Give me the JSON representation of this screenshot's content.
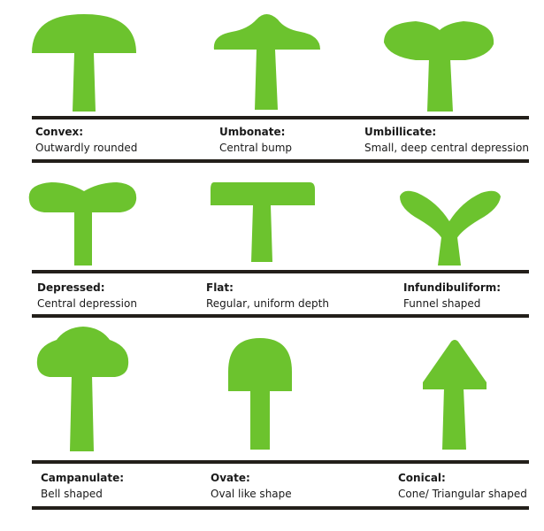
{
  "colors": {
    "cap": "#6CC32E",
    "rule": "#231f1a",
    "background": "#ffffff"
  },
  "shapes": [
    {
      "name": "Convex:",
      "description": "Outwardly rounded"
    },
    {
      "name": "Umbonate:",
      "description": "Central bump"
    },
    {
      "name": "Umbillicate:",
      "description": "Small, deep central depression"
    },
    {
      "name": "Depressed:",
      "description": "Central depression"
    },
    {
      "name": "Flat:",
      "description": "Regular, uniform depth"
    },
    {
      "name": "Infundibuliform:",
      "description": "Funnel shaped"
    },
    {
      "name": "Campanulate:",
      "description": "Bell shaped"
    },
    {
      "name": "Ovate:",
      "description": "Oval like shape"
    },
    {
      "name": "Conical:",
      "description": "Cone/ Triangular shaped"
    }
  ]
}
